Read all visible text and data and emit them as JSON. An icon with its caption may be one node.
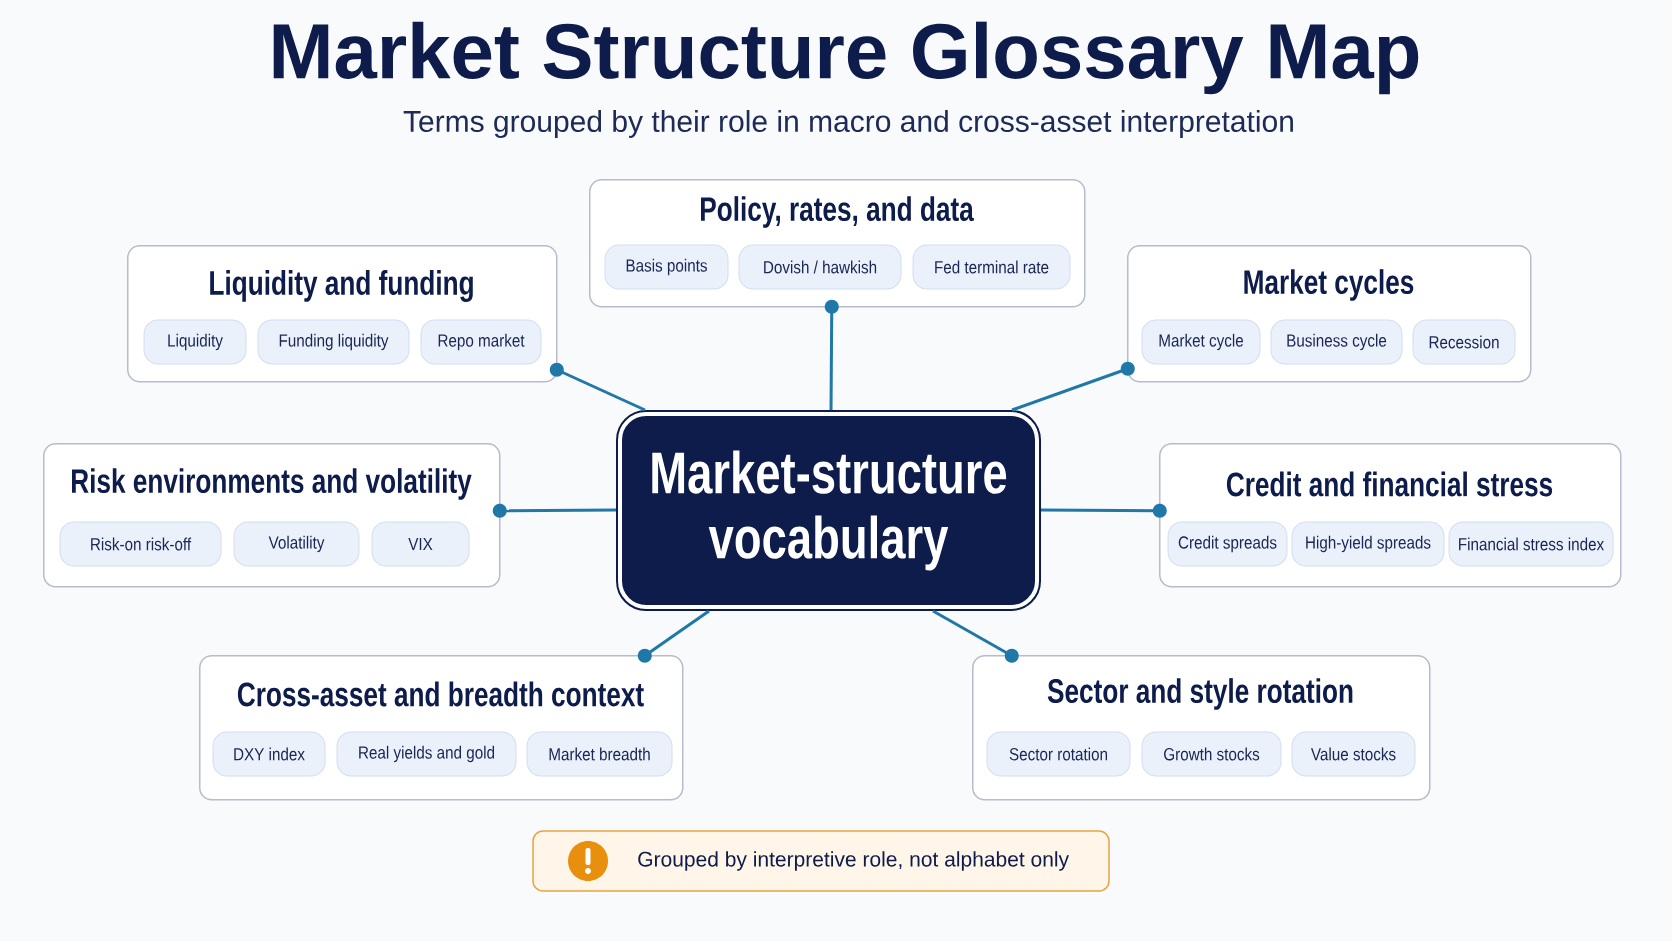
{
  "diagram": {
    "title": "Market Structure Glossary Map",
    "nodes": [
      {
        "text": [
          "Policy, rates, and data"
        ]
      },
      {
        "text": [
          "Basis points"
        ],
        "in": 0
      },
      {
        "text": [
          "Dovish / hawkish"
        ],
        "in": 0
      },
      {
        "text": [
          "Fed terminal rate"
        ],
        "in": 0
      },
      {
        "text": [
          "Liquidity and funding"
        ]
      },
      {
        "text": [
          "Liquidity"
        ],
        "in": 4
      },
      {
        "text": [
          "Funding liquidity"
        ],
        "in": 4
      },
      {
        "text": [
          "Repo market"
        ],
        "in": 4
      },
      {
        "text": [
          "Market cycles"
        ]
      },
      {
        "text": [
          "Market cycle"
        ],
        "in": 8
      },
      {
        "text": [
          "Business cycle"
        ],
        "in": 8
      },
      {
        "text": [
          "Recession"
        ],
        "in": 8
      },
      {
        "text": [
          "Market-structure vocabulary"
        ]
      },
      {
        "text": [
          "Risk environments and volatility"
        ]
      },
      {
        "text": [
          "Risk-on risk-off"
        ],
        "in": 13
      },
      {
        "text": [
          "Volatility"
        ],
        "in": 13
      },
      {
        "text": [
          "VIX"
        ],
        "in": 13
      },
      {
        "text": [
          "Credit and financial stress"
        ]
      },
      {
        "text": [
          "Credit spreads"
        ],
        "in": 17
      },
      {
        "text": [
          "High-yield spreads"
        ],
        "in": 17
      },
      {
        "text": [
          "Financial stress index"
        ],
        "in": 17
      },
      {
        "text": [
          "Cross-asset and breadth context"
        ]
      },
      {
        "text": [
          "DXY index"
        ],
        "in": 21
      },
      {
        "text": [
          "Real yields and gold"
        ],
        "in": 21
      },
      {
        "text": [
          "Market breadth"
        ],
        "in": 21
      },
      {
        "text": [
          "Sector and style rotation"
        ]
      },
      {
        "text": [
          "Sector rotation"
        ],
        "in": 25
      },
      {
        "text": [
          "Growth stocks"
        ],
        "in": 25
      },
      {
        "text": [
          "Value stocks"
        ],
        "in": 25
      },
      {
        "text": [
          "Grouped by interpretive role, not alphabet only"
        ]
      }
    ],
    "edges": [
      {
        "from": 12,
        "to": 0,
        "arrow": "other"
      },
      {
        "from": 12,
        "to": 4,
        "arrow": "other"
      },
      {
        "from": 12,
        "to": 8,
        "arrow": "other"
      },
      {
        "from": 12,
        "to": 13,
        "arrow": "other"
      },
      {
        "from": 12,
        "to": 17,
        "arrow": "other"
      },
      {
        "from": 12,
        "to": 21,
        "arrow": "other"
      },
      {
        "from": 12,
        "to": 25,
        "arrow": "other"
      }
    ],
    "labels": [
      "Terms grouped by their role in macro and cross-asset interpretation"
    ]
  }
}
